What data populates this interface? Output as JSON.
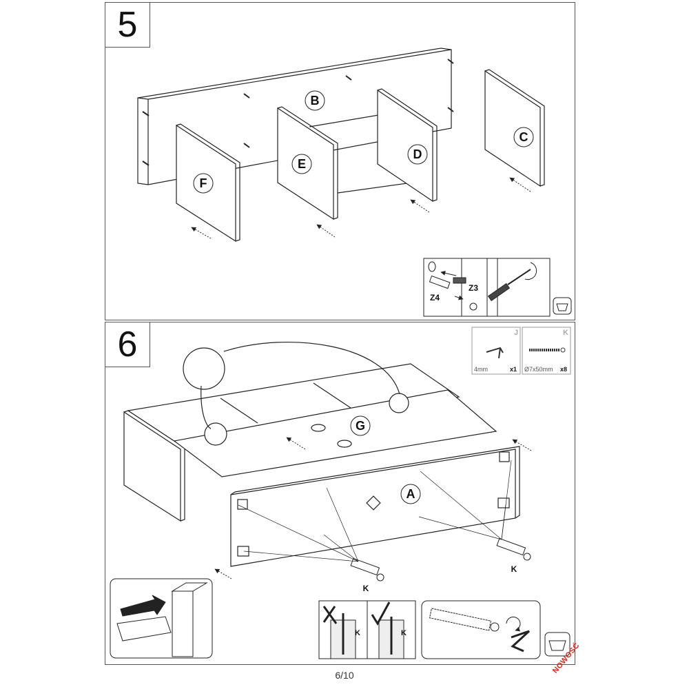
{
  "steps": [
    {
      "number": "5",
      "labels": [
        "B",
        "C",
        "D",
        "E",
        "F"
      ],
      "detail_labels": [
        "Z3",
        "Z4"
      ]
    },
    {
      "number": "6",
      "labels": [
        "A",
        "G"
      ],
      "fittings": [
        "K",
        "K",
        "J",
        "K",
        "K"
      ]
    }
  ],
  "parts": {
    "J": {
      "letter": "J",
      "size": "4mm",
      "qty": "x1"
    },
    "K": {
      "letter": "K",
      "size": "Ø7x50mm",
      "qty": "x8"
    }
  },
  "page": "6/10",
  "stamp": "NOWOŚĆ",
  "colors": {
    "line": "#222222",
    "stamp": "#e0251b"
  }
}
